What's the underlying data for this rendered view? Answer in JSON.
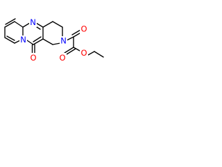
{
  "colors": {
    "background": "#ffffff",
    "bond": "#000000",
    "nitrogen": "#0000ff",
    "oxygen": "#ff0000"
  },
  "atoms": {
    "n_ring_top": "N",
    "n_ring_bridge": "N",
    "n_piperidine": "N",
    "o_ring_carbonyl": "O",
    "o_amide_carbonyl": "O",
    "o_ester_carbonyl": "O",
    "o_ester": "O"
  }
}
